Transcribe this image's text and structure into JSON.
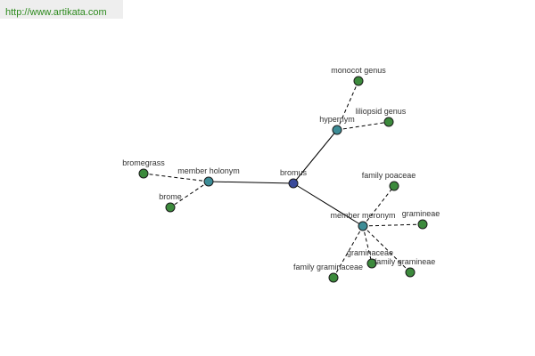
{
  "header": {
    "url": "http://www.artikata.com"
  },
  "colors": {
    "center_node": "#3a4a9a",
    "relation_node": "#3c8c96",
    "leaf_node": "#3c8a3c",
    "url_text": "#2e8b1f"
  },
  "graph": {
    "nodes": [
      {
        "id": "bromus",
        "label": "bromus",
        "kind": "center"
      },
      {
        "id": "member_holonym",
        "label": "member holonym",
        "kind": "relation"
      },
      {
        "id": "hypernym",
        "label": "hypernym",
        "kind": "relation"
      },
      {
        "id": "member_meronym",
        "label": "member meronym",
        "kind": "relation"
      },
      {
        "id": "bromegrass",
        "label": "bromegrass",
        "kind": "leaf"
      },
      {
        "id": "brome",
        "label": "brome",
        "kind": "leaf"
      },
      {
        "id": "monocot_genus",
        "label": "monocot genus",
        "kind": "leaf"
      },
      {
        "id": "liliopsid_genus",
        "label": "liliopsid genus",
        "kind": "leaf"
      },
      {
        "id": "family_poaceae",
        "label": "family poaceae",
        "kind": "leaf"
      },
      {
        "id": "gramineae",
        "label": "gramineae",
        "kind": "leaf"
      },
      {
        "id": "graminaceae",
        "label": "graminaceae",
        "kind": "leaf"
      },
      {
        "id": "family_gramineae",
        "label": "family gramineae",
        "kind": "leaf"
      },
      {
        "id": "family_graminaceae",
        "label": "family graminaceae",
        "kind": "leaf"
      }
    ],
    "edges": [
      {
        "from": "bromus",
        "to": "member_holonym",
        "style": "solid"
      },
      {
        "from": "bromus",
        "to": "hypernym",
        "style": "solid"
      },
      {
        "from": "bromus",
        "to": "member_meronym",
        "style": "solid"
      },
      {
        "from": "member_holonym",
        "to": "bromegrass",
        "style": "dashed"
      },
      {
        "from": "member_holonym",
        "to": "brome",
        "style": "dashed"
      },
      {
        "from": "hypernym",
        "to": "monocot_genus",
        "style": "dashed"
      },
      {
        "from": "hypernym",
        "to": "liliopsid_genus",
        "style": "dashed"
      },
      {
        "from": "member_meronym",
        "to": "family_poaceae",
        "style": "dashed"
      },
      {
        "from": "member_meronym",
        "to": "gramineae",
        "style": "dashed"
      },
      {
        "from": "member_meronym",
        "to": "graminaceae",
        "style": "dashed"
      },
      {
        "from": "member_meronym",
        "to": "family_gramineae",
        "style": "dashed"
      },
      {
        "from": "member_meronym",
        "to": "family_graminaceae",
        "style": "dashed"
      }
    ]
  }
}
